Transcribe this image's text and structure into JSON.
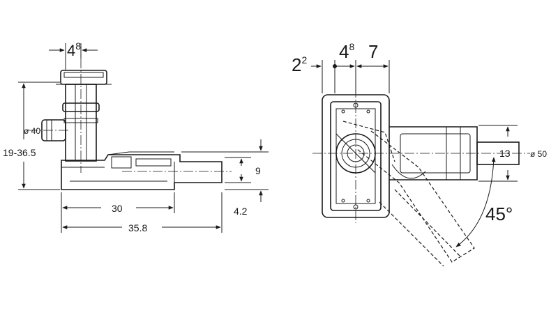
{
  "left_view": {
    "dim_top": {
      "main": "4",
      "sup": "8"
    },
    "dim_height": "19-36.5",
    "dim_pipe_dia": "ø 40",
    "dim_outlet_height": "9",
    "dim_base_height": "4.2",
    "dim_length_inner": "30",
    "dim_length_outer": "35.8"
  },
  "right_view": {
    "dim_offset": {
      "main": "2",
      "sup": "2"
    },
    "dim_width": {
      "main": "4",
      "sup": "8"
    },
    "dim_spacing": "7",
    "dim_outlet_offset": "13",
    "dim_outlet_dia": "ø 50",
    "dim_angle": "45°"
  }
}
